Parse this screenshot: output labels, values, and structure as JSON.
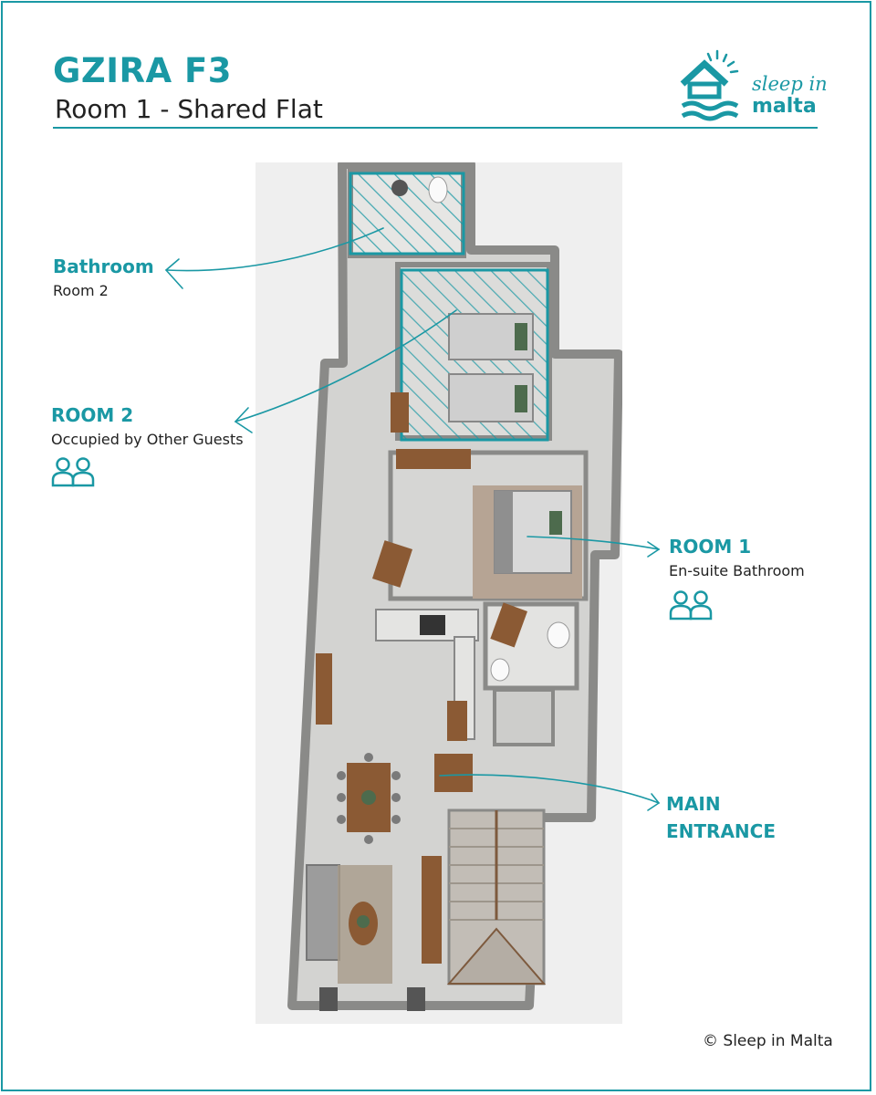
{
  "header": {
    "title": "GZIRA F3",
    "subtitle": "Room 1 - Shared Flat"
  },
  "logo": {
    "line1": "sleep in",
    "line2": "malta",
    "icon": "house-sun-waves-icon"
  },
  "labels": {
    "bathroom": {
      "title": "Bathroom",
      "sub": "Room 2"
    },
    "room2": {
      "title": "ROOM 2",
      "sub": "Occupied by Other Guests",
      "icon": "two-people-icon"
    },
    "room1": {
      "title": "ROOM 1",
      "sub": "En-suite Bathroom",
      "icon": "two-people-icon"
    },
    "entrance": {
      "line1": "MAIN",
      "line2": "ENTRANCE"
    }
  },
  "footer": {
    "copyright": "© Sleep in Malta"
  },
  "colors": {
    "accent": "#1a98a4",
    "text": "#222222",
    "floor": "#c9c9c7",
    "wall": "#8a8a88",
    "wood": "#8b5a34"
  }
}
